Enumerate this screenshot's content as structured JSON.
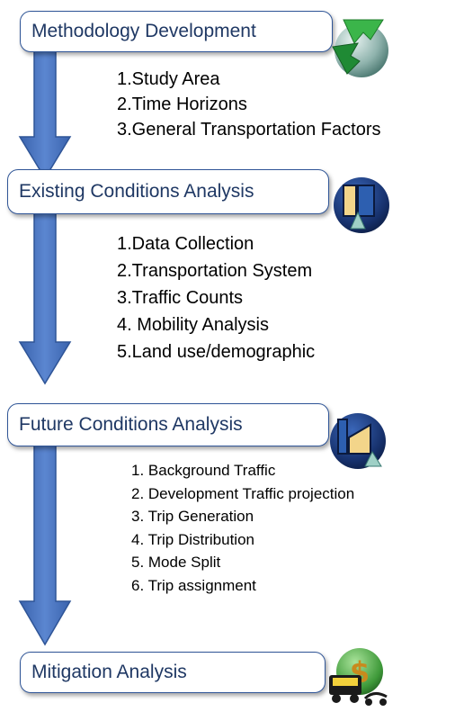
{
  "stages": [
    {
      "title": "Methodology Development",
      "icon": "green-arrows-icon",
      "items": [
        "1.Study Area",
        "2.Time Horizons",
        "3.General Transportation Factors"
      ]
    },
    {
      "title": "Existing Conditions Analysis",
      "icon": "blue-building-icon",
      "items": [
        "1.Data Collection",
        "2.Transportation System",
        "3.Traffic Counts",
        "4. Mobility Analysis",
        "5.Land use/demographic"
      ]
    },
    {
      "title": "Future Conditions Analysis",
      "icon": "future-building-icon",
      "items": [
        "1.  Background Traffic",
        "2.  Development Traffic projection",
        "3.  Trip Generation",
        "4.  Trip Distribution",
        "5.  Mode Split",
        "6.  Trip assignment"
      ]
    },
    {
      "title": "Mitigation Analysis",
      "icon": "transit-money-icon",
      "items": []
    }
  ],
  "colors": {
    "box_border": "#2f5597",
    "title_text": "#1f3864",
    "arrow": "#4472c4"
  }
}
